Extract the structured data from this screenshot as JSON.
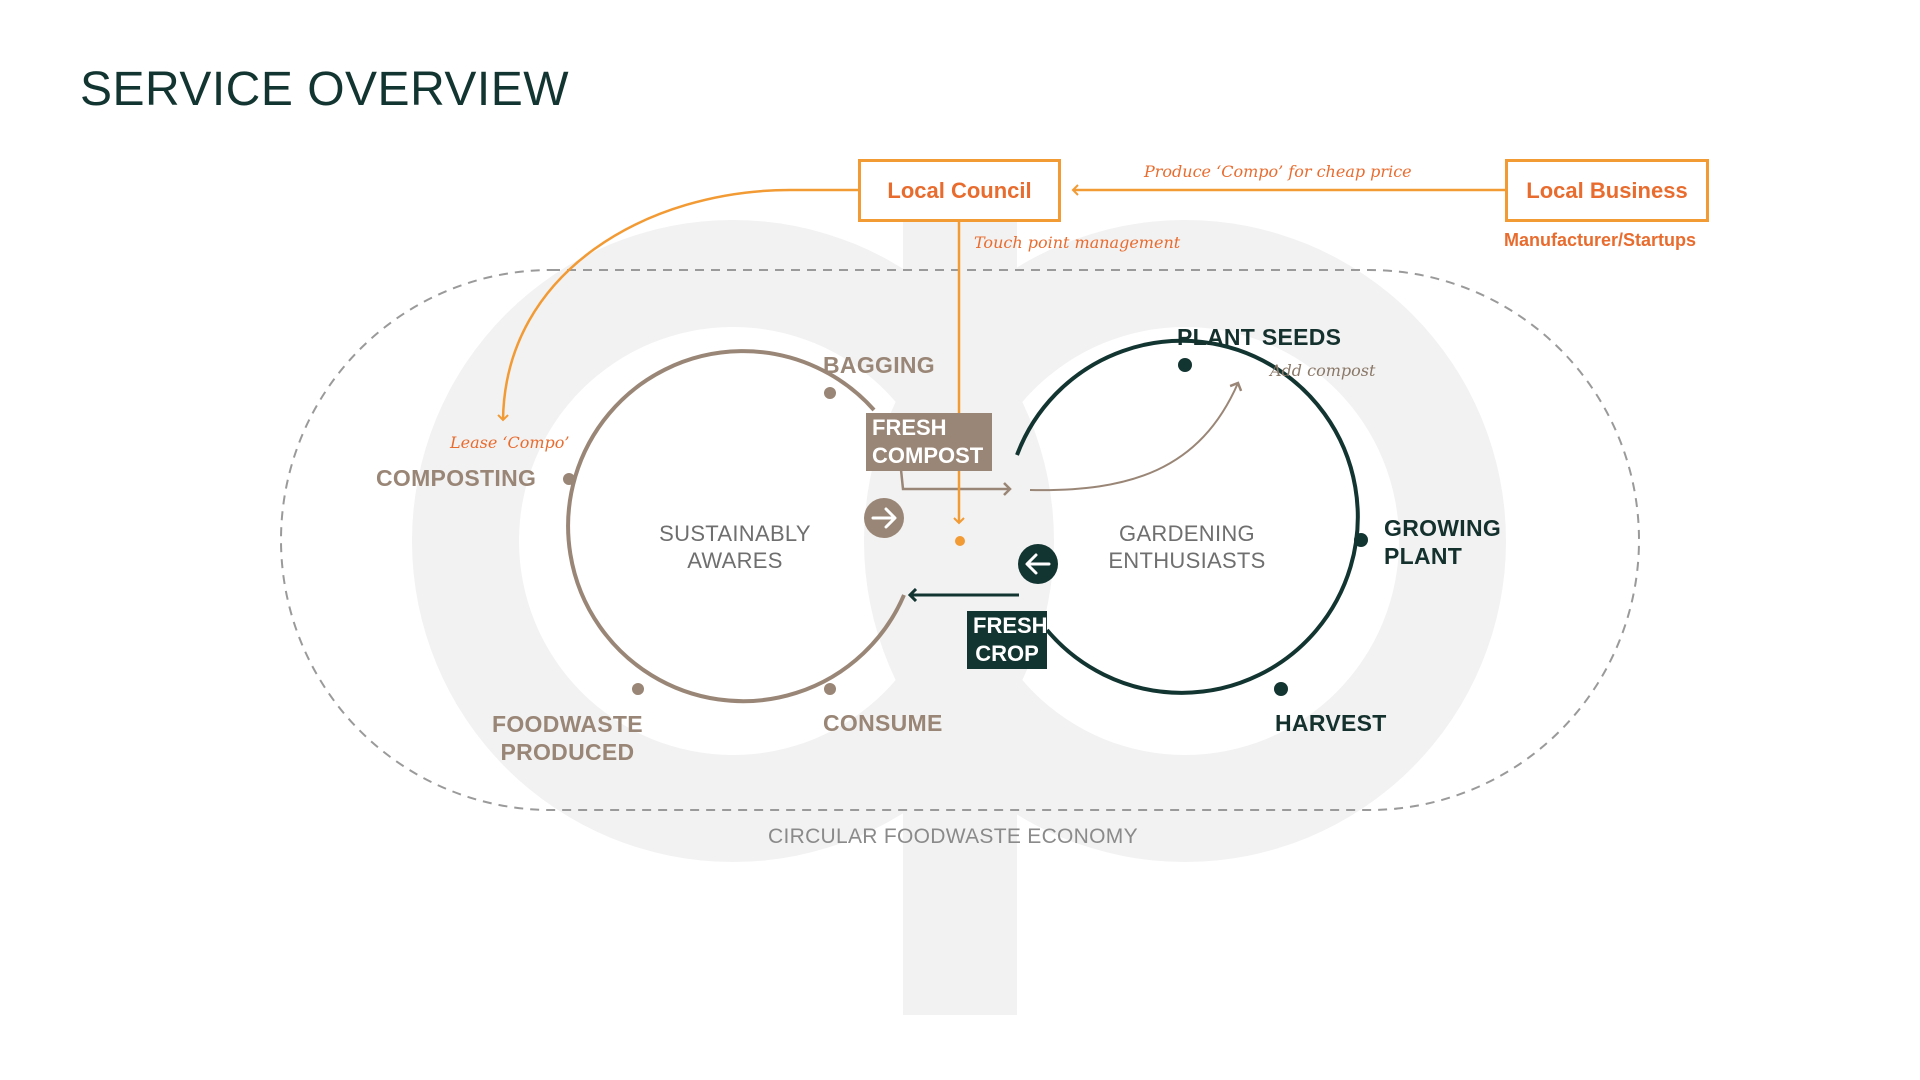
{
  "title": "SERVICE OVERVIEW",
  "actors": {
    "local_council": "Local Council",
    "local_business": "Local Business",
    "local_business_sub": "Manufacturer/Startups"
  },
  "annotations": {
    "produce_compo": "Produce ‘Compo’ for cheap price",
    "touch_point": "Touch point management",
    "lease_compo": "Lease ‘Compo’",
    "add_compost": "Add compost"
  },
  "left_cycle": {
    "center_line1": "SUSTAINABLY",
    "center_line2": "AWARES",
    "stages": {
      "bagging": "BAGGING",
      "composting": "COMPOSTING",
      "foodwaste_line1": "FOODWASTE",
      "foodwaste_line2": "PRODUCED",
      "consume": "CONSUME"
    }
  },
  "right_cycle": {
    "center_line1": "GARDENING",
    "center_line2": "ENTHUSIASTS",
    "stages": {
      "plant_seeds": "PLANT SEEDS",
      "growing_line1": "GROWING",
      "growing_line2": "PLANT",
      "harvest": "HARVEST"
    }
  },
  "transfers": {
    "fresh_compost_line1": "FRESH",
    "fresh_compost_line2": "COMPOST",
    "fresh_crop_line1": "FRESH",
    "fresh_crop_line2": "CROP"
  },
  "economy_label": "CIRCULAR FOODWASTE ECONOMY",
  "colors": {
    "orange": "#f29a34",
    "orange_text": "#e96c2f",
    "tan": "#9a8676",
    "dark_green": "#133531",
    "watermark": "#f2f2f2",
    "dashed": "#9a9a9a"
  }
}
